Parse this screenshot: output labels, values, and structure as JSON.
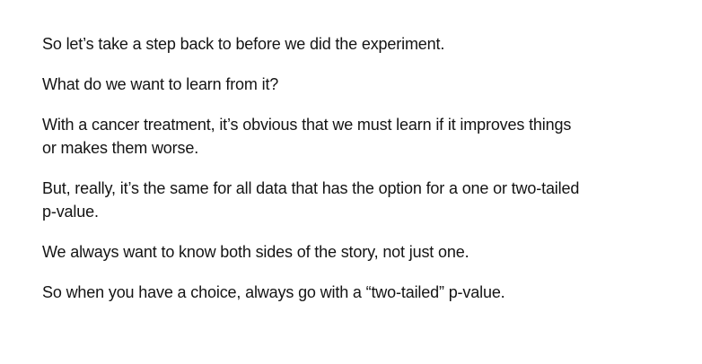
{
  "document": {
    "paragraphs": [
      {
        "lines": [
          "So let’s take a step back to before we did the experiment."
        ]
      },
      {
        "lines": [
          "What do we want to learn from it?"
        ]
      },
      {
        "lines": [
          "With a cancer treatment, it’s obvious that we must learn if it improves things",
          "or makes them worse."
        ]
      },
      {
        "lines": [
          "But, really, it’s the same for all data that has the option for a one or two-tailed",
          "p-value."
        ]
      },
      {
        "lines": [
          "We always want to know both sides of the story, not just one."
        ]
      },
      {
        "lines": [
          "So when you have a choice, always go with a “two-tailed” p-value."
        ]
      }
    ]
  }
}
